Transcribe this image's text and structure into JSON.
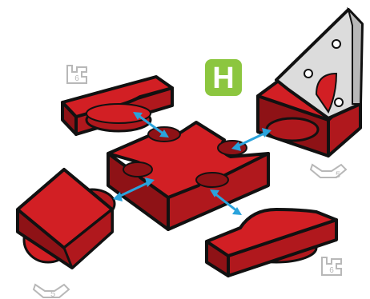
{
  "step_badge": {
    "letter": "H",
    "color": "#8cc63f"
  },
  "callouts": {
    "shape_top_left": "6",
    "shape_bottom_right": "6",
    "count_right": "5",
    "count_bottom_left": "5"
  },
  "colors": {
    "piece_red": "#d21f24",
    "piece_dark": "#8e1216",
    "piece_light": "#e9484b",
    "outline": "#111111",
    "arrow": "#2aa3dc",
    "gray_part": "#dcdcdc",
    "gray_outline": "#9a9a9a"
  },
  "icons": [
    "six-slot-shape-icon",
    "two-way-arrow-icon",
    "wrench-icon",
    "corner-bracket-icon"
  ]
}
